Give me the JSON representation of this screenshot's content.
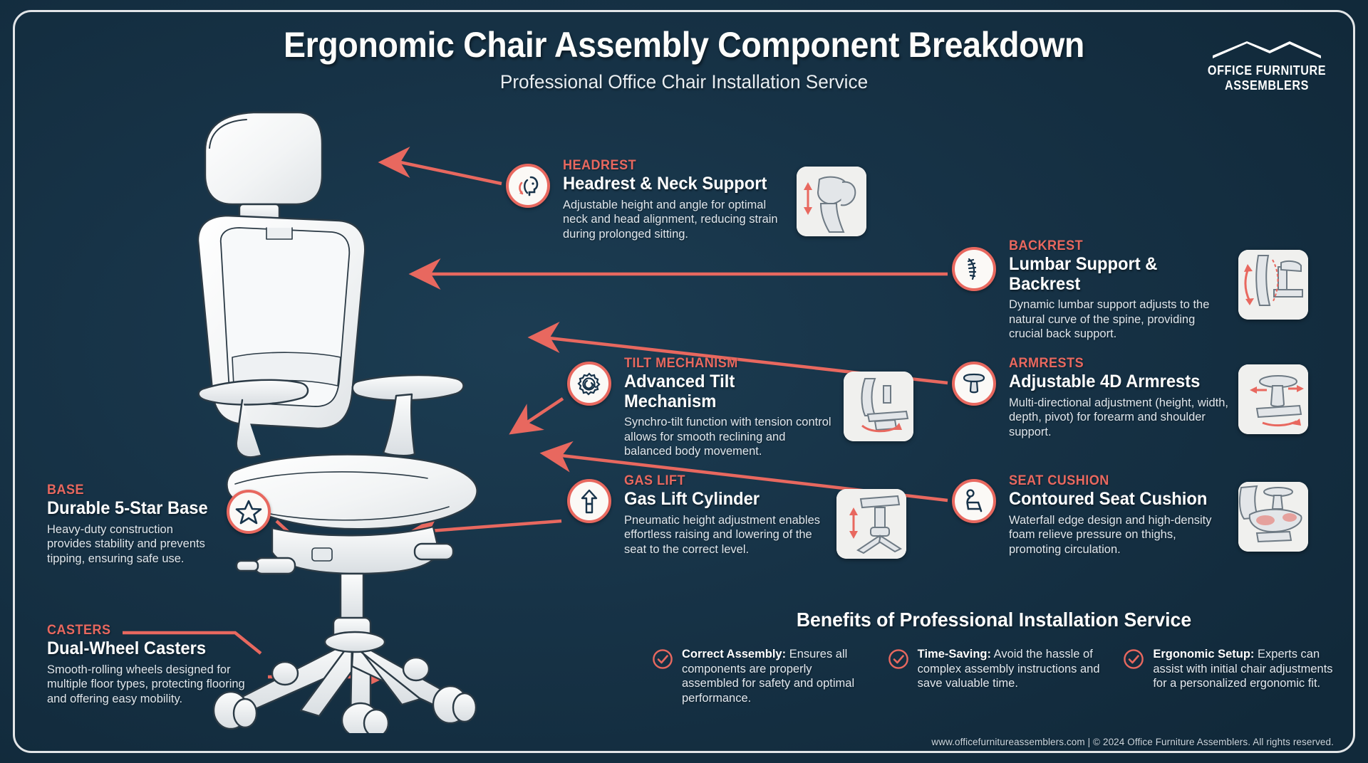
{
  "header": {
    "title": "Ergonomic Chair Assembly Component Breakdown",
    "subtitle": "Professional Office Chair Installation Service",
    "logo_line1": "OFFICE FURNITURE",
    "logo_line2": "ASSEMBLERS"
  },
  "colors": {
    "background": "#11293a",
    "panel": "#173347",
    "accent_red": "#e8685f",
    "text_white": "#ffffff",
    "text_muted": "#dfe6ec"
  },
  "components": [
    {
      "id": "headrest",
      "kicker": "HEADREST",
      "heading": "Headrest & Neck Support",
      "description": "Adjustable height and angle for optimal neck and head alignment, reducing strain during prolonged sitting.",
      "icon": "head-profile-icon",
      "thumbnail": "headrest-adjust-thumbnail"
    },
    {
      "id": "backrest",
      "kicker": "BACKREST",
      "heading": "Lumbar Support & Backrest",
      "description": "Dynamic lumbar support adjusts to the natural curve of the spine, providing crucial back support.",
      "icon": "spine-icon",
      "thumbnail": "backrest-recline-thumbnail"
    },
    {
      "id": "tilt",
      "kicker": "TILT MECHANISM",
      "heading": "Advanced Tilt Mechanism",
      "description": "Synchro-tilt function with tension control allows for smooth reclining and balanced body movement.",
      "icon": "gear-wrench-icon",
      "thumbnail": "tilt-mechanism-thumbnail"
    },
    {
      "id": "armrests",
      "kicker": "ARMRESTS",
      "heading": "Adjustable 4D Armrests",
      "description": "Multi-directional adjustment (height, width, depth, pivot) for forearm and shoulder support.",
      "icon": "armrest-pad-icon",
      "thumbnail": "armrest-adjust-thumbnail"
    },
    {
      "id": "gas-lift",
      "kicker": "GAS LIFT",
      "heading": "Gas Lift Cylinder",
      "description": "Pneumatic height adjustment enables effortless raising and lowering of the seat to the correct level.",
      "icon": "up-arrow-cylinder-icon",
      "thumbnail": "gas-lift-thumbnail"
    },
    {
      "id": "seat-cushion",
      "kicker": "SEAT CUSHION",
      "heading": "Contoured Seat Cushion",
      "description": "Waterfall edge design and high-density foam relieve pressure on thighs, promoting circulation.",
      "icon": "seated-person-icon",
      "thumbnail": "seat-pressure-thumbnail"
    },
    {
      "id": "base",
      "kicker": "BASE",
      "heading": "Durable 5-Star Base",
      "description": "Heavy-duty construction provides stability and prevents tipping, ensuring safe use.",
      "icon": "star-icon",
      "thumbnail": null
    },
    {
      "id": "casters",
      "kicker": "CASTERS",
      "heading": "Dual-Wheel Casters",
      "description": "Smooth-rolling wheels designed for multiple floor types, protecting flooring and offering easy mobility.",
      "icon": null,
      "thumbnail": null
    }
  ],
  "benefits": {
    "title": "Benefits of Professional Installation Service",
    "items": [
      {
        "label": "Correct Assembly:",
        "text": " Ensures all components are properly assembled for safety and optimal performance."
      },
      {
        "label": "Time-Saving:",
        "text": " Avoid the hassle of complex assembly instructions and save valuable time."
      },
      {
        "label": "Ergonomic Setup:",
        "text": " Experts can assist with initial chair adjustments for a personalized ergonomic fit."
      }
    ]
  },
  "footer": {
    "text": "www.officefurnitureassemblers.com | © 2024 Office Furniture Assemblers. All rights reserved."
  }
}
